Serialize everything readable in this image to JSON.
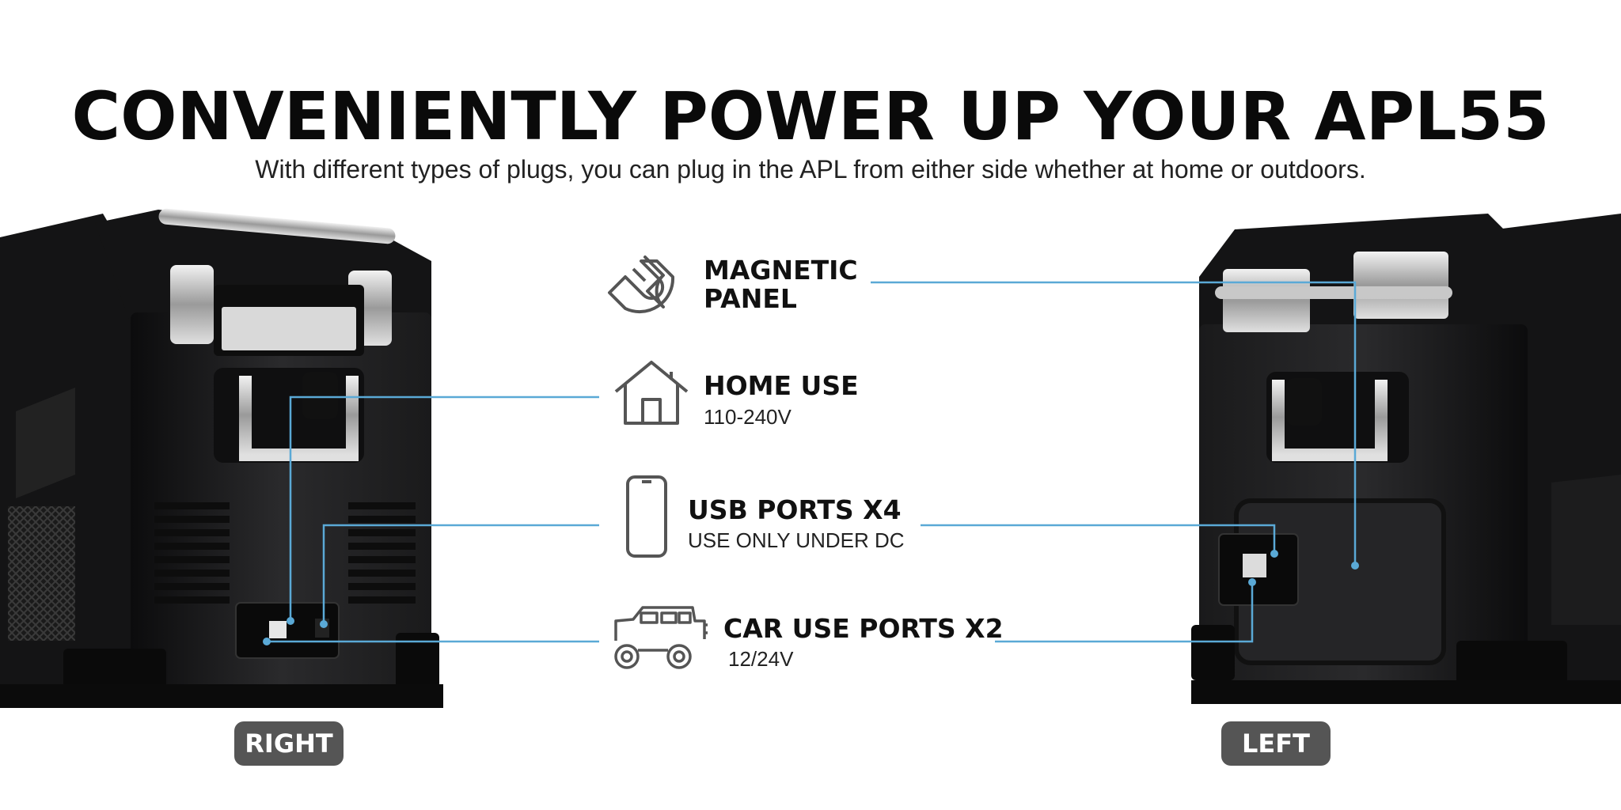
{
  "headline": "CONVENIENTLY POWER UP YOUR APL55",
  "subheadline": "With different types of plugs, you can plug in the APL from either side whether at home or outdoors.",
  "features": [
    {
      "icon": "magnet-icon",
      "title_line1": "MAGNETIC",
      "title_line2": "PANEL",
      "subtitle": ""
    },
    {
      "icon": "house-icon",
      "title_line1": "HOME USE",
      "subtitle": "110-240V"
    },
    {
      "icon": "smartphone-icon",
      "title_line1": "USB PORTS X4",
      "subtitle": "USE ONLY UNDER DC"
    },
    {
      "icon": "car-icon",
      "title_line1": "CAR USE PORTS X2",
      "subtitle": "12/24V"
    }
  ],
  "side_labels": {
    "right": "RIGHT",
    "left": "LEFT"
  },
  "colors": {
    "accent_line": "#5aa9d6",
    "tag_bg": "#555555",
    "product_body": "#1c1c1e"
  }
}
